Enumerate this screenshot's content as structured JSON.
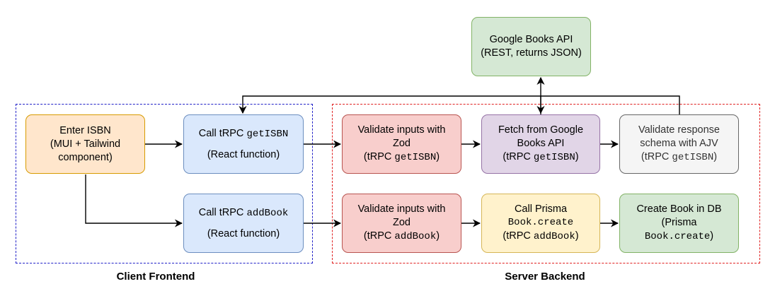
{
  "groups": {
    "client_label": "Client Frontend",
    "server_label": "Server Backend"
  },
  "nodes": {
    "enter_isbn": {
      "line1": "Enter ISBN",
      "line2": "(MUI + Tailwind",
      "line3": "component)"
    },
    "call_getisbn": {
      "prefix": "Call tRPC ",
      "code": "getISBN",
      "line2": "(React function)"
    },
    "call_addbook": {
      "prefix": "Call tRPC ",
      "code": "addBook",
      "line2": "(React function)"
    },
    "validate_getisbn": {
      "line1": "Validate inputs with",
      "line2": "Zod",
      "prefix": "(tRPC ",
      "code": "getISBN",
      "suffix": ")"
    },
    "fetch_google": {
      "line1": "Fetch from Google",
      "line2": "Books API",
      "prefix": "(tRPC ",
      "code": "getISBN",
      "suffix": ")"
    },
    "validate_ajv": {
      "line1": "Validate response",
      "line2": "schema with AJV",
      "prefix": "(tRPC ",
      "code": "getISBN",
      "suffix": ")"
    },
    "google_api": {
      "line1": "Google Books API",
      "line2": "(REST, returns JSON)"
    },
    "validate_addbook": {
      "line1": "Validate inputs with",
      "line2": "Zod",
      "prefix": "(tRPC ",
      "code": "addBook",
      "suffix": ")"
    },
    "call_prisma": {
      "line1": "Call Prisma",
      "code1": "Book.create",
      "prefix": "(tRPC ",
      "code": "addBook",
      "suffix": ")"
    },
    "create_book": {
      "line1": "Create Book in DB",
      "line2": "(Prisma",
      "code": "Book.create",
      "suffix": ")"
    }
  },
  "colors": {
    "client_border": "#2020c8",
    "server_border": "#e02020",
    "orange": "#ffe6cc",
    "blue": "#dae8fc",
    "red": "#f8cecc",
    "purple": "#e1d5e7",
    "gray": "#f5f5f5",
    "green": "#d5e8d4",
    "yellow": "#fff2cc"
  }
}
